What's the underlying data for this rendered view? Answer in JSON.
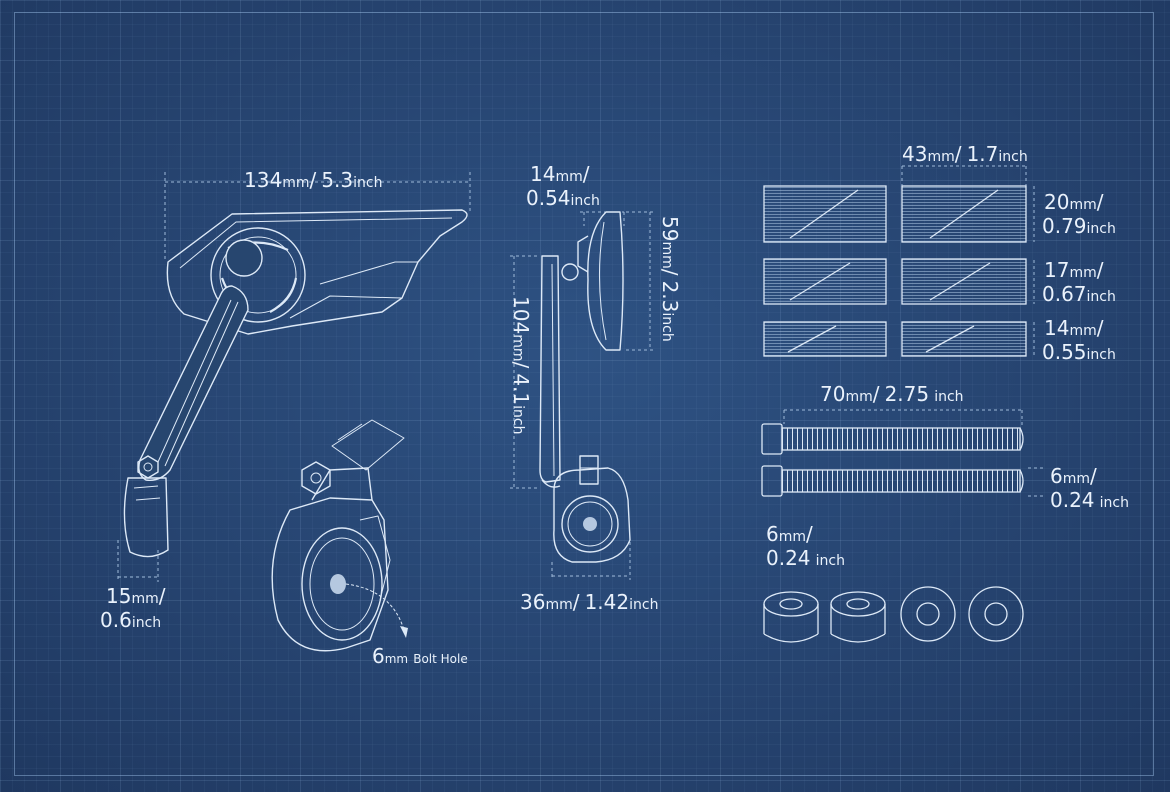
{
  "mirror": {
    "width": {
      "value": "134",
      "unit1": "mm",
      "sep": "/",
      "value2": "5.3",
      "unit2": "inch"
    },
    "clamp_width": {
      "value": "15",
      "unit1": "mm",
      "sep": "/",
      "value2": "0.6",
      "unit2": "inch"
    },
    "bolt_hole": {
      "value": "6",
      "unit1": "mm",
      "text": "Bolt Hole"
    }
  },
  "side_view": {
    "depth": {
      "value": "14",
      "unit1": "mm",
      "sep": "/",
      "value2": "0.54",
      "unit2": "inch"
    },
    "height_head": {
      "value": "59",
      "unit1": "mm",
      "sep": "/",
      "value2": "2.3",
      "unit2": "inch"
    },
    "height_arm": {
      "value": "104",
      "unit1": "mm",
      "sep": "/",
      "value2": "4.1",
      "unit2": "inch"
    },
    "clamp_diameter": {
      "value": "36",
      "unit1": "mm",
      "sep": "/",
      "value2": "1.42",
      "unit2": "inch"
    }
  },
  "parts": {
    "shim_width": {
      "value": "43",
      "unit1": "mm",
      "sep": "/",
      "value2": "1.7",
      "unit2": "inch"
    },
    "shim_20": {
      "value": "20",
      "unit1": "mm",
      "sep": "/",
      "value2": "0.79",
      "unit2": "inch"
    },
    "shim_17": {
      "value": "17",
      "unit1": "mm",
      "sep": "/",
      "value2": "0.67",
      "unit2": "inch"
    },
    "shim_14": {
      "value": "14",
      "unit1": "mm",
      "sep": "/",
      "value2": "0.55",
      "unit2": "inch"
    },
    "bolt_length": {
      "value": "70",
      "unit1": "mm",
      "sep": "/",
      "value2": "2.75",
      "unit2": "inch"
    },
    "bolt_diameter": {
      "value": "6",
      "unit1": "mm",
      "sep": "/",
      "value2": "0.24",
      "unit2": "inch"
    },
    "spacer_diameter": {
      "value": "6",
      "unit1": "mm",
      "sep": "/",
      "value2": "0.24",
      "unit2": "inch"
    }
  },
  "colors": {
    "background": "#27466f",
    "line": "#dde9f7",
    "dim_line": "#9fbad9"
  }
}
